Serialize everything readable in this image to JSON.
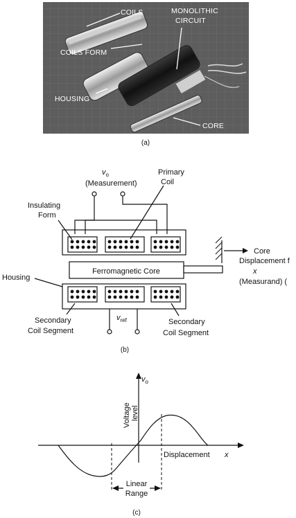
{
  "photo": {
    "caption": "(a)",
    "labels": {
      "coils": "COILS",
      "monolithic_1": "MONOLITHIC",
      "monolithic_2": "CIRCUIT",
      "coils_form": "COILS FORM",
      "housing": "HOUSING",
      "core": "CORE"
    }
  },
  "schematic": {
    "caption": "(b)",
    "labels": {
      "v_o": "v",
      "v_o_sub": "o",
      "measurement": "(Measurement)",
      "primary_1": "Primary",
      "primary_2": "Coil",
      "insulating_1": "Insulating",
      "insulating_2": "Form",
      "ferromagnetic_core": "Ferromagnetic Core",
      "core_1": "Core",
      "core_2": "Displacement f",
      "core_3": "x",
      "core_4": "(Measurand) (",
      "housing": "Housing",
      "secondary_left_1": "Secondary",
      "secondary_left_2": "Coil Segment",
      "secondary_right_1": "Secondary",
      "secondary_right_2": "Coil Segment",
      "v_ref": "v",
      "v_ref_sub": "ref"
    }
  },
  "graph": {
    "caption": "(c)",
    "labels": {
      "v_o": "v",
      "v_o_sub": "o",
      "voltage_level_1": "Voltage",
      "voltage_level_2": "level",
      "displacement": "Displacement",
      "displacement_var": "x",
      "linear_1": "Linear",
      "linear_2": "Range"
    }
  },
  "colors": {
    "photo_bg": "#5b5b5b",
    "ink": "#111111"
  }
}
